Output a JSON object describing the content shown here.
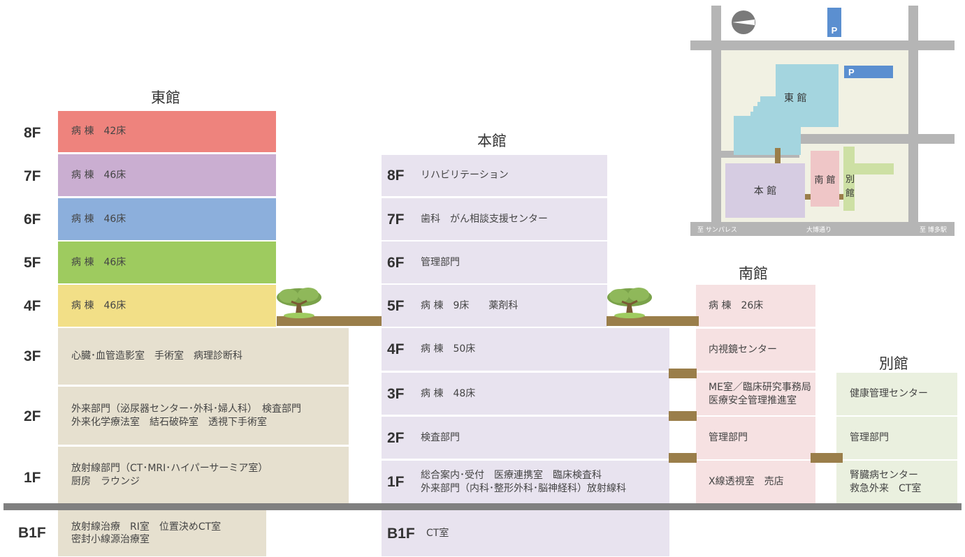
{
  "buildings": {
    "east": {
      "title": "東館",
      "floors": [
        {
          "floor": "8F",
          "text": "病 棟　42床",
          "color": "#ee837d"
        },
        {
          "floor": "7F",
          "text": "病 棟　46床",
          "color": "#caaed1"
        },
        {
          "floor": "6F",
          "text": "病 棟　46床",
          "color": "#8cafdc"
        },
        {
          "floor": "5F",
          "text": "病 棟　46床",
          "color": "#9ecb5f"
        },
        {
          "floor": "4F",
          "text": "病 棟　46床",
          "color": "#f2df87"
        },
        {
          "floor": "3F",
          "text": "心臓･血管造影室　手術室　病理診断科",
          "color": "#e6e0cf"
        },
        {
          "floor": "2F",
          "text": "外来部門（泌尿器センター･外科･婦人科）　検査部門\n外来化学療法室　結石破砕室　透視下手術室",
          "color": "#e6e0cf"
        },
        {
          "floor": "1F",
          "text": "放射線部門（CT･MRI･ハイパーサーミア室）\n厨房　ラウンジ",
          "color": "#e6e0cf"
        },
        {
          "floor": "B1F",
          "text": "放射線治療　RI室　位置決めCT室\n密封小線源治療室",
          "color": "#e6e0cf"
        }
      ]
    },
    "main": {
      "title": "本館",
      "floors": [
        {
          "floor": "8F",
          "text": "リハビリテーション"
        },
        {
          "floor": "7F",
          "text": "歯科　がん相談支援センター"
        },
        {
          "floor": "6F",
          "text": "管理部門"
        },
        {
          "floor": "5F",
          "text": "病 棟　9床　　薬剤科"
        },
        {
          "floor": "4F",
          "text": "病 棟　50床"
        },
        {
          "floor": "3F",
          "text": "病 棟　48床"
        },
        {
          "floor": "2F",
          "text": "検査部門"
        },
        {
          "floor": "1F",
          "text": "総合案内･受付　医療連携室　臨床検査科\n外来部門（内科･整形外科･脳神経科）放射線科"
        },
        {
          "floor": "B1F",
          "text": "CT室"
        }
      ],
      "color": "#e8e3ef"
    },
    "south": {
      "title": "南館",
      "floors": [
        {
          "text": "病 棟　26床"
        },
        {
          "text": "内視鏡センター"
        },
        {
          "text": "ME室／臨床研究事務局\n医療安全管理推進室"
        },
        {
          "text": "管理部門"
        },
        {
          "text": "X線透視室　売店"
        }
      ],
      "color": "#f6e1e2"
    },
    "annex": {
      "title": "別館",
      "floors": [
        {
          "text": "健康管理センター"
        },
        {
          "text": "管理部門"
        },
        {
          "text": "腎臓病センター\n救急外来　CT室"
        }
      ],
      "color": "#eaf0df"
    }
  },
  "map": {
    "east_label": "東 館",
    "main_label": "本 館",
    "south_label": "南 館",
    "annex_label": "別\n館",
    "parking": "P",
    "road_left": "至 サンパレス",
    "road_center": "大博通り",
    "road_right": "至 博多駅",
    "colors": {
      "east": "#a4d5df",
      "main": "#d6cce2",
      "south": "#efc6c7",
      "annex": "#cde0a4",
      "road": "#b5b5b5",
      "ground": "#f1f1e3",
      "parking": "#5b8fd0"
    }
  },
  "palette": {
    "bridge": "#9a7e4a",
    "ground_line": "#808080",
    "tree": "#7aa24a"
  }
}
